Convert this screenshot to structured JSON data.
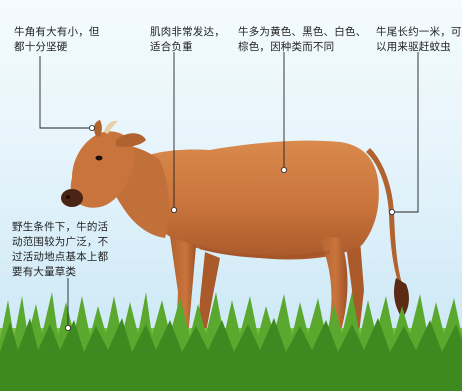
{
  "callouts": [
    {
      "id": "horns",
      "text": "牛角有大有小，但\n都十分坚硬"
    },
    {
      "id": "muscle",
      "text": "肌肉非常发达，\n适合负重"
    },
    {
      "id": "coat",
      "text": "牛多为黄色、黑色、白色、\n棕色，因种类而不同"
    },
    {
      "id": "tail",
      "text": "牛尾长约一米，可\n以用来驱赶蚊虫"
    },
    {
      "id": "habitat",
      "text": "野生条件下，牛的活\n动范围较为广泛，不\n过活动地点基本上都\n要有大量草类"
    }
  ],
  "colors": {
    "sky_top": "#f4fbfe",
    "sky_bottom": "#c8e6f4",
    "coat": "#c9743c",
    "coat_dark": "#9e5226",
    "grass": "#4f9a2a",
    "leader_line": "#222222"
  },
  "icons": {
    "animal": "cow-illustration",
    "ground": "grass-field"
  }
}
